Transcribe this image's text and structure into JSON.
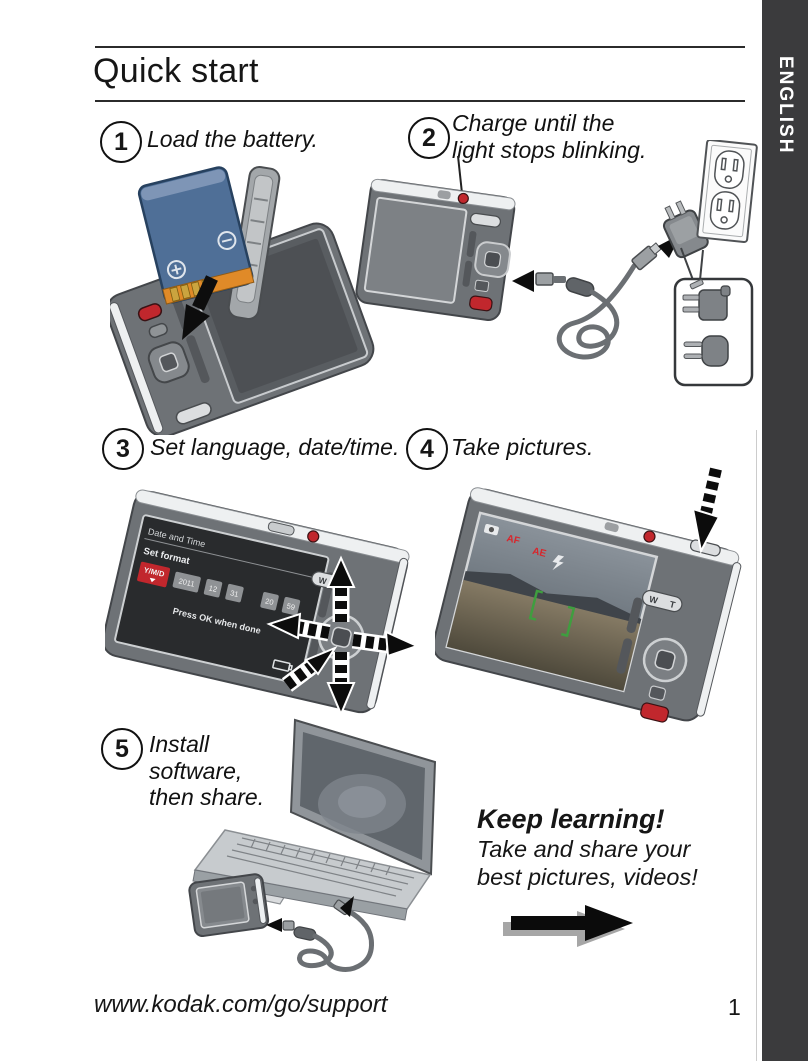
{
  "page": {
    "title": "Quick start",
    "language_label": "ENGLISH",
    "footer": {
      "url": "www.kodak.com/go/support",
      "page_number": "1"
    }
  },
  "steps": {
    "step1": {
      "number": "1",
      "label": "Load the battery."
    },
    "step2": {
      "number": "2",
      "line1": "Charge until the",
      "line2": "light stops blinking."
    },
    "step3": {
      "number": "3",
      "label": "Set language, date/time."
    },
    "step4": {
      "number": "4",
      "label": "Take pictures."
    },
    "step5": {
      "number": "5",
      "line1": "Install",
      "line2": "software,",
      "line3": "then share."
    }
  },
  "camera_screen": {
    "title": "Date and Time",
    "subtitle": "Set format",
    "format_value": "Y/M/D",
    "year": "2011",
    "month": "12",
    "day": "31",
    "hour": "20",
    "minute": "59",
    "hint": "Press OK when done"
  },
  "capture_screen": {
    "af": "AF",
    "ae": "AE"
  },
  "camera_controls": {
    "wide": "W",
    "tele": "T"
  },
  "keep_learning": {
    "title": "Keep learning!",
    "line1": "Take and share your",
    "line2": "best pictures, videos!"
  },
  "colors": {
    "accent_red": "#c1272d",
    "sidebar_bg": "#3b3b3d",
    "battery_blue": "#4f6f97",
    "battery_orange": "#e08a28",
    "focus_green": "#3f9e3f",
    "camera_gray": "#6e7276",
    "text": "#161616"
  }
}
